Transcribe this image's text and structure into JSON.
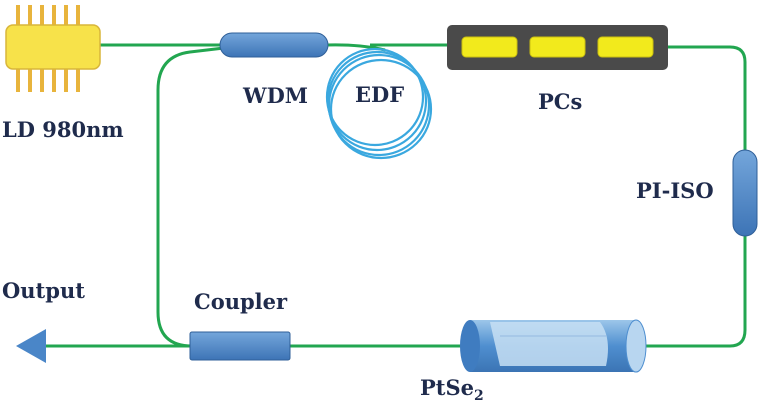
{
  "labels": {
    "laser": "LD 980nm",
    "wdm": "WDM",
    "edf": "EDF",
    "pcs": "PCs",
    "isolator": "PI-ISO",
    "output": "Output",
    "coupler": "Coupler",
    "absorber_base": "PtSe",
    "absorber_sub": "2"
  },
  "colors": {
    "fiber": "#22a650",
    "component_blue": "#4a86c8",
    "laser_body": "#f7e24a",
    "laser_pins": "#e8b43c",
    "pc_base": "#4a4a4a",
    "pc_plates": "#f2ea1c",
    "edf_coil": "#3aa8df",
    "absorber_body": "#4f8fd0",
    "text": "#1f2b4c"
  }
}
